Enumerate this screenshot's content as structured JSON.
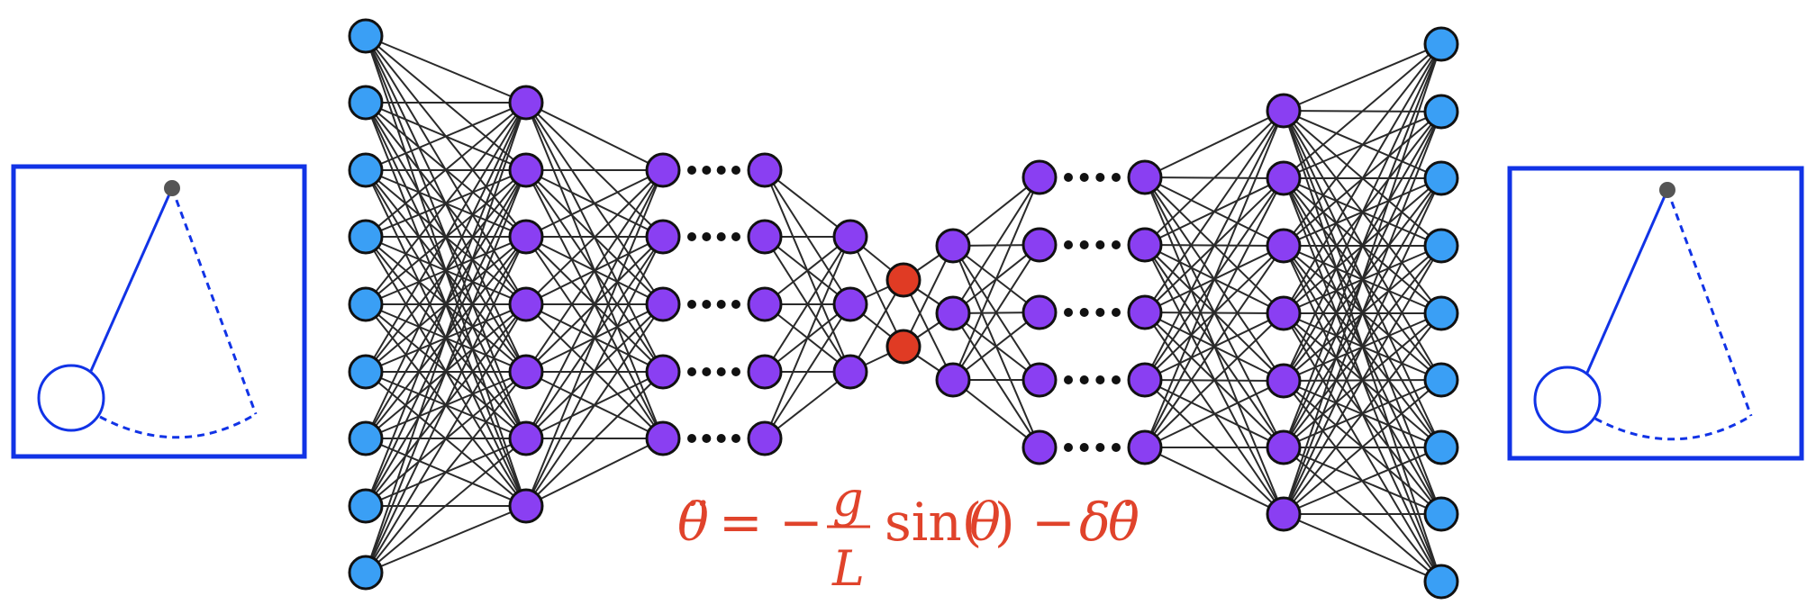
{
  "colors": {
    "input_output_node": "#3a9ff5",
    "hidden_node": "#8a3ff2",
    "latent_node": "#e03b24",
    "edge": "#2a2a2a",
    "pendulum_frame": "#1133e6",
    "pendulum_pivot": "#555555",
    "equation": "#e0432b"
  },
  "network": {
    "layer_sizes": [
      9,
      7,
      5,
      5,
      3,
      2,
      3,
      5,
      5,
      7,
      9
    ],
    "layer_roles": [
      "input",
      "hidden",
      "hidden",
      "hidden",
      "hidden",
      "latent",
      "hidden",
      "hidden",
      "hidden",
      "hidden",
      "output"
    ],
    "ellipsis_gaps": [
      [
        2,
        3
      ],
      [
        7,
        8
      ]
    ]
  },
  "equation": {
    "lhs": "θ̈",
    "equals": "= −",
    "num": "g",
    "den": "L",
    "sin": "sin(",
    "theta": "θ",
    "close_minus": ") −",
    "delta": "δ",
    "theta_dot": "θ̇"
  },
  "pendulums": [
    {
      "id": "left",
      "icon": "pendulum-icon"
    },
    {
      "id": "right",
      "icon": "pendulum-icon"
    }
  ]
}
